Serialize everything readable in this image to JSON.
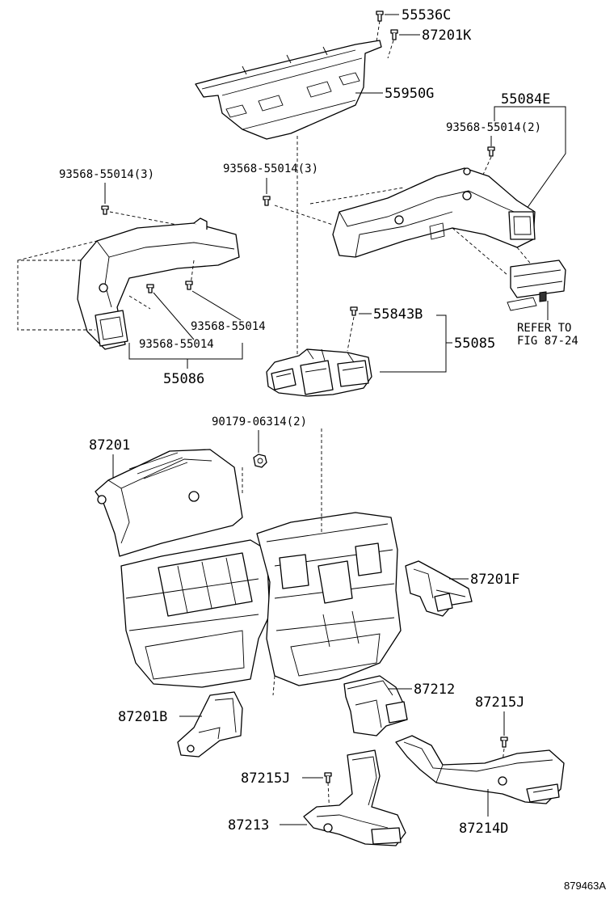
{
  "labels": {
    "p55536c": "55536C",
    "p87201k": "87201K",
    "p55950g": "55950G",
    "p55084e": "55084E",
    "p93568_2": "93568-55014(2)",
    "p93568_3_left": "93568-55014(3)",
    "p93568_3_mid": "93568-55014(3)",
    "p93568_a": "93568-55014",
    "p93568_b": "93568-55014",
    "p55086": "55086",
    "p55843b": "55843B",
    "p55085": "55085",
    "refer1": "REFER TO",
    "refer2": "FIG 87-24",
    "p90179": "90179-06314(2)",
    "p87201": "87201",
    "p87201f": "87201F",
    "p87212": "87212",
    "p87215j_right": "87215J",
    "p87201b": "87201B",
    "p87215j_left": "87215J",
    "p87213": "87213",
    "p87214d": "87214D",
    "diagram_id": "879463A"
  }
}
